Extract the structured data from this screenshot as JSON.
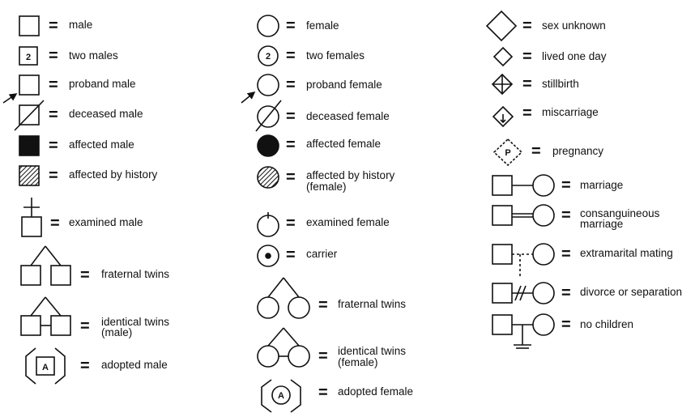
{
  "colors": {
    "ink": "#111111",
    "background": "#ffffff"
  },
  "equals_sign": "=",
  "column1": {
    "male": "male",
    "two_males": "two males",
    "two_males_count": "2",
    "proband_male": "proband male",
    "deceased_male": "deceased male",
    "affected_male": "affected male",
    "affected_by_history": "affected by history",
    "examined_male": "examined male",
    "fraternal_twins": "fraternal twins",
    "identical_twins_line1": "identical twins",
    "identical_twins_line2": "(male)",
    "adopted_male": "adopted male",
    "adopted_letter": "A"
  },
  "column2": {
    "female": "female",
    "two_females": "two females",
    "two_females_count": "2",
    "proband_female": "proband female",
    "deceased_female": "deceased female",
    "affected_female": "affected female",
    "affected_by_history_line1": "affected by history",
    "affected_by_history_line2": "(female)",
    "examined_female": "examined female",
    "carrier": "carrier",
    "fraternal_twins": "fraternal twins",
    "identical_twins_line1": "identical twins",
    "identical_twins_line2": "(female)",
    "adopted_female": "adopted female",
    "adopted_letter": "A"
  },
  "column3": {
    "sex_unknown": "sex unknown",
    "lived_one_day": "lived one day",
    "stillbirth": "stillbirth",
    "miscarriage": "miscarriage",
    "pregnancy": "pregnancy",
    "pregnancy_letter": "P",
    "marriage": "marriage",
    "consanguineous_line1": "consanguineous",
    "consanguineous_line2": "marriage",
    "extramarital_mating": "extramarital mating",
    "divorce_or_separation": "divorce or separation",
    "no_children": "no children"
  }
}
